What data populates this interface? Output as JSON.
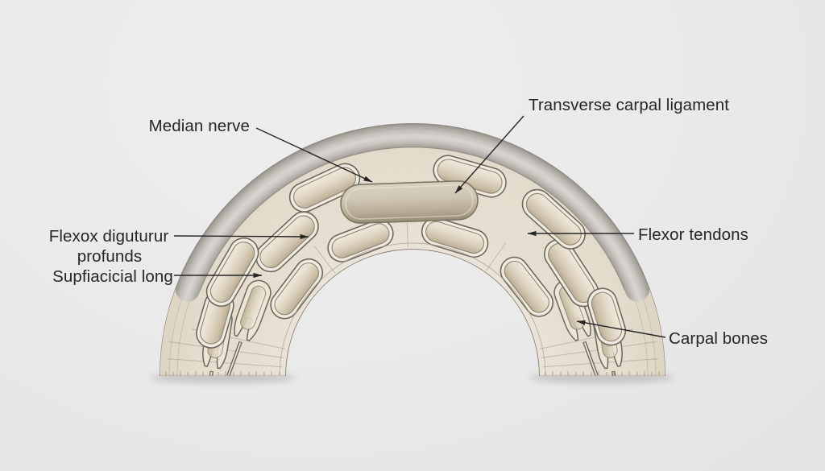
{
  "labels": {
    "median_nerve": "Median nerve",
    "transverse_carpal_ligament": "Transverse carpal ligament",
    "flexor_profundus_line1": "Flexox diguturur",
    "flexor_profundus_line2": "profunds",
    "superficial_long": "Supfiacicial long",
    "flexor_tendons": "Flexor tendons",
    "carpal_bones": "Carpal bones"
  },
  "palette": {
    "background": "#e9e9ea",
    "ink": "#262626",
    "arch_cream": "#e7e0d2",
    "capsule_ring": "#f0ebe0",
    "capsule_shadow": "#b9ac93",
    "outline": "#6f675a",
    "ligament_gray": "#b8b4ae",
    "ligament_highlight": "#d8d5d1",
    "nerve_fill": "#cfc6b4",
    "nerve_shadow": "#968b74"
  }
}
